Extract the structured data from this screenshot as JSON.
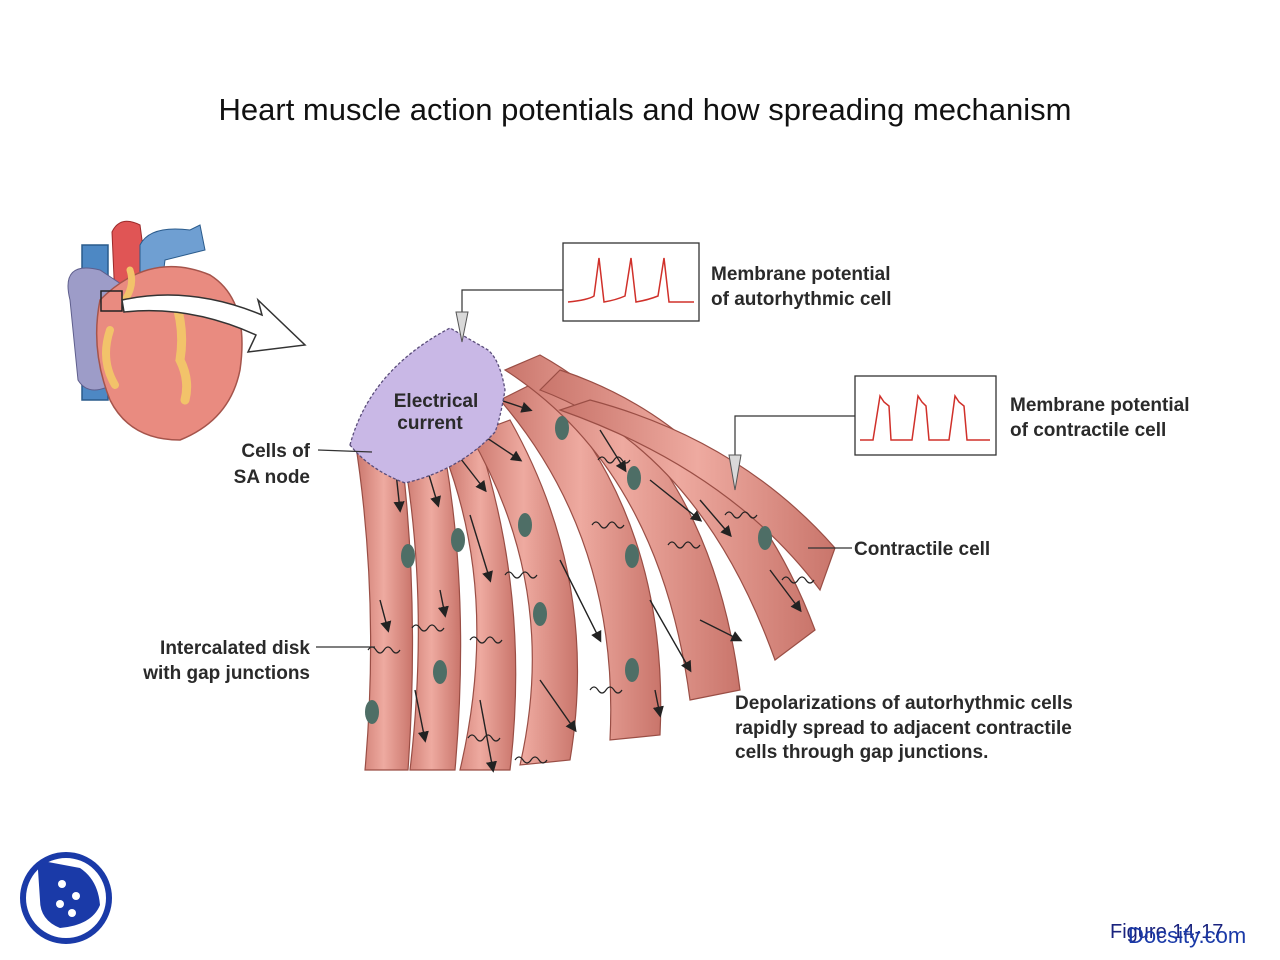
{
  "slide": {
    "title": "Heart muscle action potentials and how spreading mechanism"
  },
  "labels": {
    "membrane_autorhythmic_line1": "Membrane potential",
    "membrane_autorhythmic_line2": "of autorhythmic cell",
    "membrane_contractile_line1": "Membrane potential",
    "membrane_contractile_line2": "of contractile cell",
    "electrical_line1": "Electrical",
    "electrical_line2": "current",
    "sa_node_line1": "Cells of",
    "sa_node_line2": "SA node",
    "contractile_cell": "Contractile cell",
    "intercalated_line1": "Intercalated disk",
    "intercalated_line2": "with gap junctions",
    "caption_line1": "Depolarizations of autorhythmic cells",
    "caption_line2": "rapidly spread to adjacent contractile",
    "caption_line3": "cells through gap junctions."
  },
  "footer": {
    "figure_ref": "Figure 14-17",
    "watermark": "Docsity.com"
  },
  "colors": {
    "muscle": "#e59a90",
    "muscle_dark": "#b75f55",
    "node": "#c9b8e6",
    "trace": "#d0302a",
    "logo": "#1a3aa8"
  }
}
